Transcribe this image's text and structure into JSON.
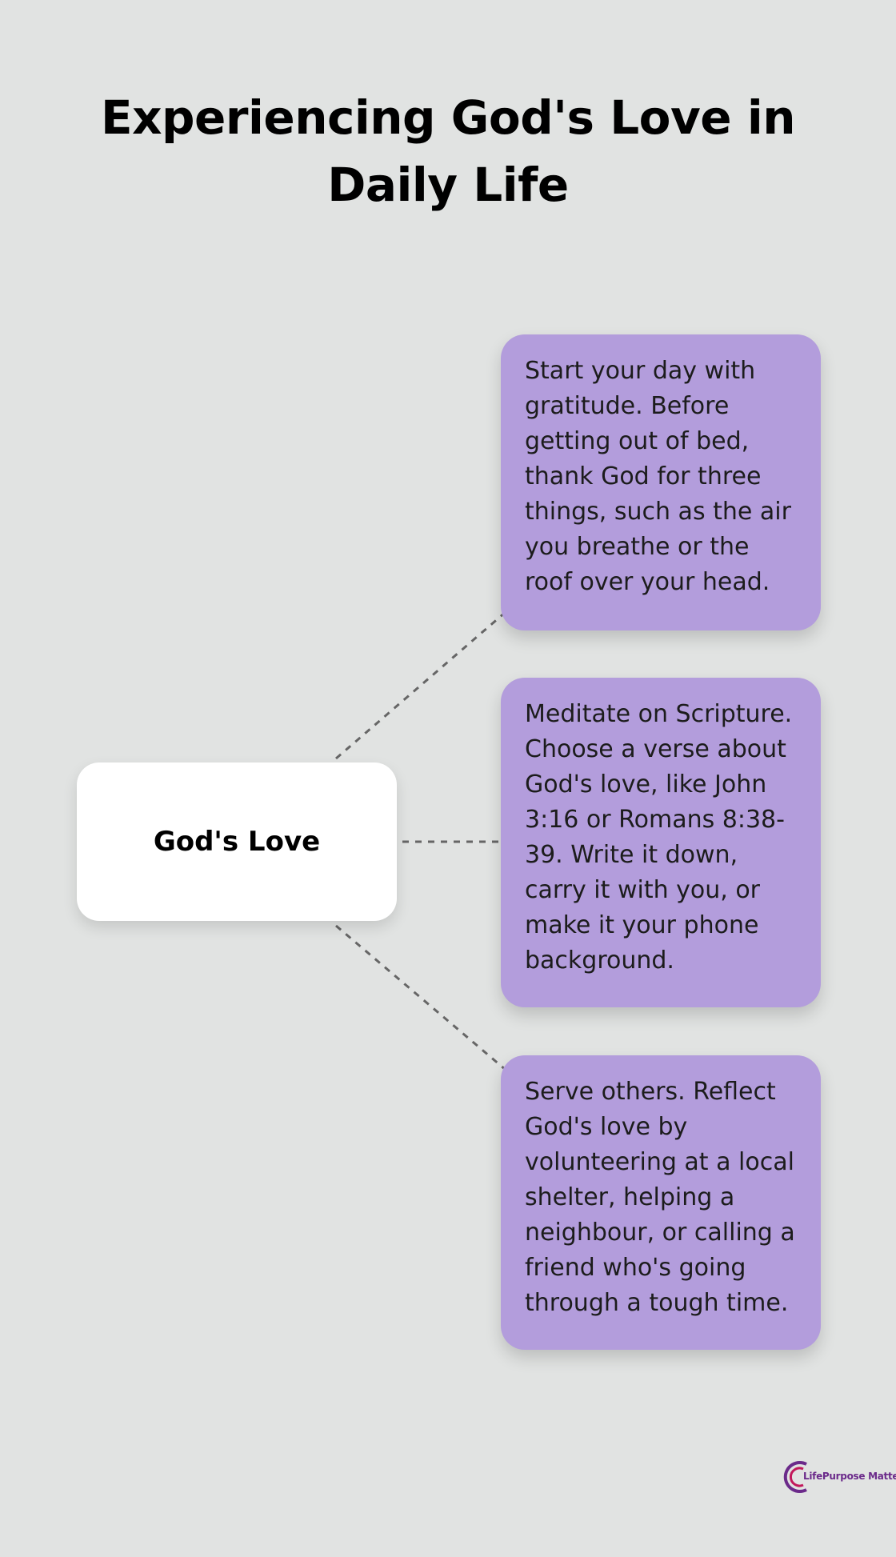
{
  "title": "Experiencing God's Love in Daily Life",
  "hub": {
    "label": "God's Love"
  },
  "cards": [
    {
      "text": "Start your day with gratitude. Before getting out of bed, thank God for three things, such as the air you breathe or the roof over your head."
    },
    {
      "text": "Meditate on Scripture. Choose a verse about God's love, like John 3:16 or Romans 8:38-39. Write it down, carry it with you, or make it your phone background."
    },
    {
      "text": "Serve others. Reflect God's love by volunteering at a local shelter, helping a neighbour, or calling a friend who's going through a tough time."
    }
  ],
  "logo": {
    "text": "LifePurpose Matters"
  },
  "colors": {
    "background": "#e1e3e2",
    "card": "#b39ddc",
    "hub": "#ffffff",
    "connector": "#666666",
    "logo": "#6b2a8a"
  }
}
